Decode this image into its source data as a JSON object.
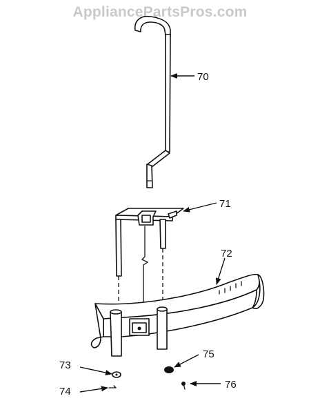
{
  "watermark": "AppliancePartsPros.com",
  "callouts": [
    {
      "id": "70",
      "label": "70"
    },
    {
      "id": "71",
      "label": "71"
    },
    {
      "id": "72",
      "label": "72"
    },
    {
      "id": "73",
      "label": "73"
    },
    {
      "id": "74",
      "label": "74"
    },
    {
      "id": "75",
      "label": "75"
    },
    {
      "id": "76",
      "label": "76"
    }
  ],
  "colors": {
    "line": "#111111",
    "watermark": "#c9c9c9",
    "background": "#ffffff"
  }
}
